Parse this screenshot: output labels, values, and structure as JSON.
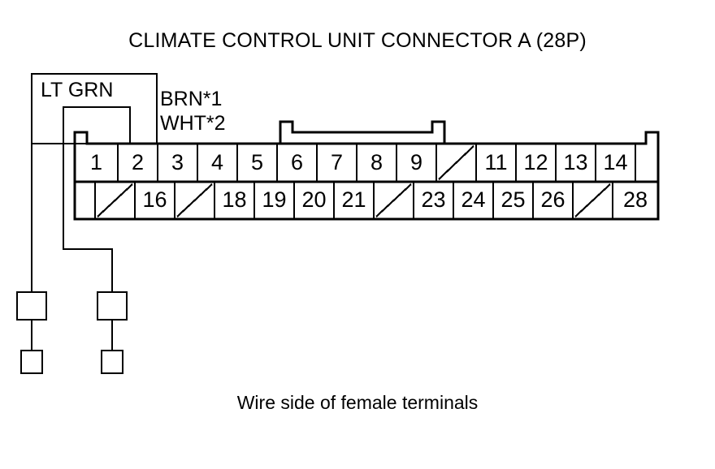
{
  "diagram": {
    "title": "CLIMATE CONTROL UNIT CONNECTOR A (28P)",
    "caption": "Wire side of female terminals",
    "ink_color": "#000000",
    "background_color": "#ffffff"
  },
  "labels": {
    "lt_grn": "LT GRN",
    "brn": "BRN*1",
    "wht": "WHT*2"
  },
  "connector": {
    "name": "Connector A",
    "pin_count": "28P",
    "rows": [
      {
        "name": "top-row",
        "cells": [
          {
            "label": "1",
            "blank": false
          },
          {
            "label": "2",
            "blank": false
          },
          {
            "label": "3",
            "blank": false
          },
          {
            "label": "4",
            "blank": false
          },
          {
            "label": "5",
            "blank": false
          },
          {
            "label": "6",
            "blank": false
          },
          {
            "label": "7",
            "blank": false
          },
          {
            "label": "8",
            "blank": false
          },
          {
            "label": "9",
            "blank": false
          },
          {
            "label": "",
            "blank": true
          },
          {
            "label": "11",
            "blank": false
          },
          {
            "label": "12",
            "blank": false
          },
          {
            "label": "13",
            "blank": false
          },
          {
            "label": "14",
            "blank": false
          }
        ]
      },
      {
        "name": "bottom-row",
        "cells": [
          {
            "label": "",
            "blank": true
          },
          {
            "label": "16",
            "blank": false
          },
          {
            "label": "",
            "blank": true
          },
          {
            "label": "18",
            "blank": false
          },
          {
            "label": "19",
            "blank": false
          },
          {
            "label": "20",
            "blank": false
          },
          {
            "label": "21",
            "blank": false
          },
          {
            "label": "",
            "blank": true
          },
          {
            "label": "23",
            "blank": false
          },
          {
            "label": "24",
            "blank": false
          },
          {
            "label": "25",
            "blank": false
          },
          {
            "label": "26",
            "blank": false
          },
          {
            "label": "",
            "blank": true
          },
          {
            "label": "28",
            "blank": false
          }
        ]
      }
    ]
  },
  "terminals": [
    {
      "name": "terminal-left",
      "wire": "LT GRN"
    },
    {
      "name": "terminal-right",
      "wire": "BRN*1 / WHT*2"
    }
  ]
}
